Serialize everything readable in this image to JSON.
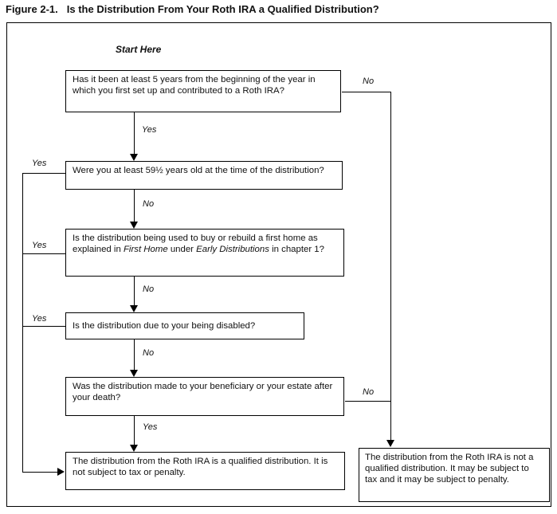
{
  "figure": {
    "label": "Figure 2-1.",
    "title": "Is the Distribution From Your Roth IRA a Qualified Distribution?"
  },
  "flowchart": {
    "start_label": "Start Here",
    "nodes": {
      "q1": {
        "text": "Has it been at least 5 years from the beginning of the year in which you first set up and contributed to a Roth IRA?"
      },
      "q2": {
        "text": "Were you at least 59½ years old at the time of the distribution?"
      },
      "q3": {
        "parts": [
          "Is the distribution being used to buy or rebuild a first home as explained in ",
          "First Home",
          " under ",
          "Early Distributions",
          " in chapter 1?"
        ]
      },
      "q4": {
        "text": "Is the distribution due to your being disabled?"
      },
      "q5": {
        "text": "Was the distribution made to your beneficiary or your estate after your death?"
      },
      "result_qualified": {
        "text": "The distribution from the Roth IRA is a qualified distribution. It is not subject to tax or penalty."
      },
      "result_not_qualified": {
        "text": "The distribution from the Roth IRA is not a qualified distribution. It may be subject to tax and it may be subject to penalty."
      }
    },
    "labels": {
      "q1_yes": "Yes",
      "q1_no": "No",
      "q2_yes": "Yes",
      "q2_no": "No",
      "q3_yes": "Yes",
      "q3_no": "No",
      "q4_yes": "Yes",
      "q4_no": "No",
      "q5_yes": "Yes",
      "q5_no": "No"
    }
  },
  "colors": {
    "line": "#000000",
    "text": "#111111",
    "background": "#ffffff"
  }
}
